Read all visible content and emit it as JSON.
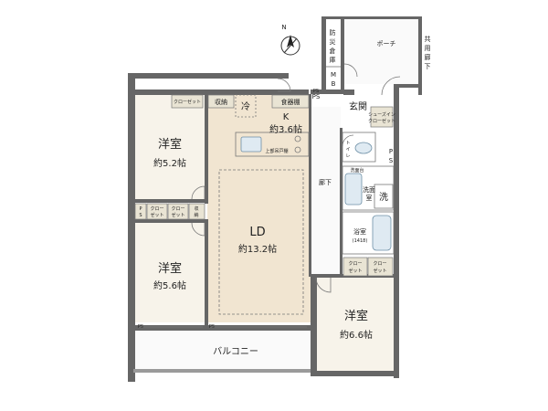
{
  "compass": {
    "north": "N"
  },
  "rooms": {
    "western_room_1": {
      "name": "洋室",
      "size": "約5.2帖"
    },
    "western_room_2": {
      "name": "洋室",
      "size": "約5.6帖"
    },
    "western_room_3": {
      "name": "洋室",
      "size": "約6.6帖"
    },
    "kitchen": {
      "name": "K",
      "size": "約3.6帖"
    },
    "ld": {
      "name": "LD",
      "size": "約13.2帖"
    },
    "balcony": {
      "name": "バルコニー"
    },
    "entrance": {
      "name": "玄関"
    },
    "corridor": {
      "name": "廊下"
    },
    "washroom": {
      "name": "洗面室"
    },
    "bathroom": {
      "name": "浴室",
      "size": "(1418)"
    },
    "toilet": {
      "name": "トイレ"
    },
    "porch": {
      "name": "ポーチ"
    },
    "shared_corridor": {
      "name": "共用廊下"
    },
    "disaster_storage": {
      "name": "防災倉庫"
    }
  },
  "labels": {
    "closet": "クローゼット",
    "closet_short_top": "クロー",
    "closet_short_bottom": "ゼット",
    "storage": "収納",
    "fridge": "冷",
    "pantry": "食器棚",
    "ps": "PS",
    "mb": "MB",
    "wash": "洗",
    "shoe_in_closet": "シューズイン",
    "shoe_closet_2": "クローゼット",
    "kitchen_note": "上部吊戸棚",
    "washroom_note": "洗面台",
    "storage_small": "収納"
  }
}
